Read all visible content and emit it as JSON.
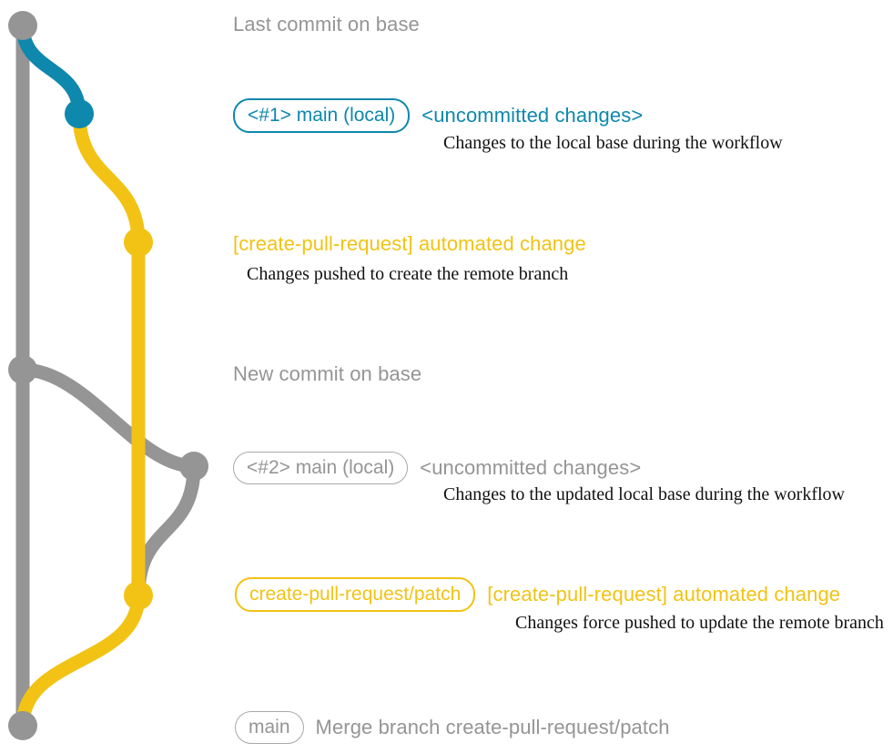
{
  "diagram": {
    "title": "create-pull-request workflow git graph",
    "colors": {
      "base": "#959595",
      "local": "#0e88ac",
      "patch": "#f2c314",
      "note": "#111111",
      "background": "#ffffff"
    }
  },
  "entries": [
    {
      "id": "last-commit-on-base",
      "heading": "Last commit on base",
      "color": "gray"
    },
    {
      "id": "local-1",
      "pill": "<#1> main (local)",
      "subject": "<uncommitted changes>",
      "note": "Changes to the local base during the workflow",
      "color": "blue"
    },
    {
      "id": "automated-change-1",
      "subject": "[create-pull-request] automated change",
      "note": "Changes pushed to create the remote branch",
      "color": "yellow"
    },
    {
      "id": "new-commit-on-base",
      "heading": "New commit on base",
      "color": "gray"
    },
    {
      "id": "local-2",
      "pill": "<#2> main (local)",
      "subject": "<uncommitted changes>",
      "note": "Changes to the updated local base during the workflow",
      "color": "gray"
    },
    {
      "id": "automated-change-2",
      "pill": "create-pull-request/patch",
      "subject": "[create-pull-request] automated change",
      "note": "Changes force pushed to update the remote branch",
      "color": "yellow"
    },
    {
      "id": "merge",
      "pill": "main",
      "subject": "Merge branch create-pull-request/patch",
      "color": "gray"
    }
  ]
}
